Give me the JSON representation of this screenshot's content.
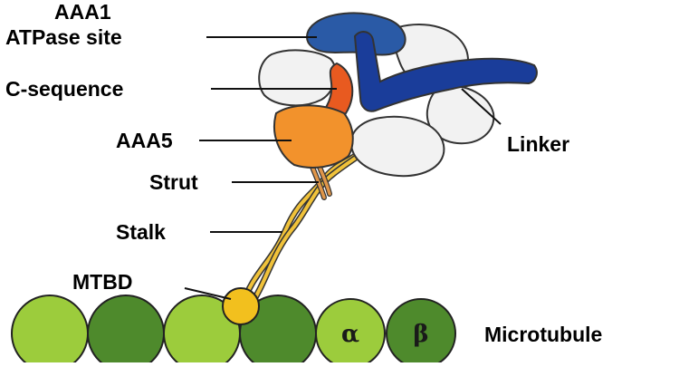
{
  "labels": {
    "aaa1_line1": "AAA1",
    "aaa1_line2": "ATPase site",
    "c_sequence": "C-sequence",
    "aaa5": "AAA5",
    "strut": "Strut",
    "stalk": "Stalk",
    "mtbd": "MTBD",
    "linker": "Linker",
    "microtubule": "Microtubule"
  },
  "tubulin": {
    "alpha": "α",
    "beta": "β"
  },
  "colors": {
    "aaa1": "#2a5aa6",
    "linker": "#1a3d9a",
    "c_sequence": "#e85a20",
    "aaa5": "#f2922c",
    "ring_domain": "#f2f2f2",
    "stalk": "#f0c23a",
    "mtbd": "#f2c01e",
    "tubulin_light": "#9ccc3c",
    "tubulin_dark": "#4e8a2c"
  }
}
